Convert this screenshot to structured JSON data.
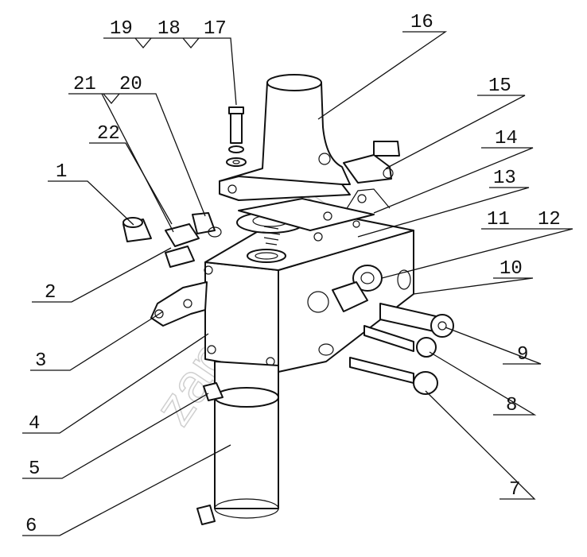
{
  "diagram": {
    "callouts": [
      {
        "id": "c1",
        "label": "1"
      },
      {
        "id": "c2",
        "label": "2"
      },
      {
        "id": "c3",
        "label": "3"
      },
      {
        "id": "c4",
        "label": "4"
      },
      {
        "id": "c5",
        "label": "5"
      },
      {
        "id": "c6",
        "label": "6"
      },
      {
        "id": "c7",
        "label": "7"
      },
      {
        "id": "c8",
        "label": "8"
      },
      {
        "id": "c9",
        "label": "9"
      },
      {
        "id": "c10",
        "label": "10"
      },
      {
        "id": "c11",
        "label": "11"
      },
      {
        "id": "c12",
        "label": "12"
      },
      {
        "id": "c13",
        "label": "13"
      },
      {
        "id": "c14",
        "label": "14"
      },
      {
        "id": "c15",
        "label": "15"
      },
      {
        "id": "c16",
        "label": "16"
      },
      {
        "id": "c17",
        "label": "17"
      },
      {
        "id": "c18",
        "label": "18"
      },
      {
        "id": "c19",
        "label": "19"
      },
      {
        "id": "c20",
        "label": "20"
      },
      {
        "id": "c21",
        "label": "21"
      },
      {
        "id": "c22",
        "label": "22"
      }
    ]
  },
  "watermark": {
    "text": "zap-kam.ru",
    "color": "#d8d8d8"
  },
  "colors": {
    "line": "#111111",
    "paper": "#ffffff"
  }
}
